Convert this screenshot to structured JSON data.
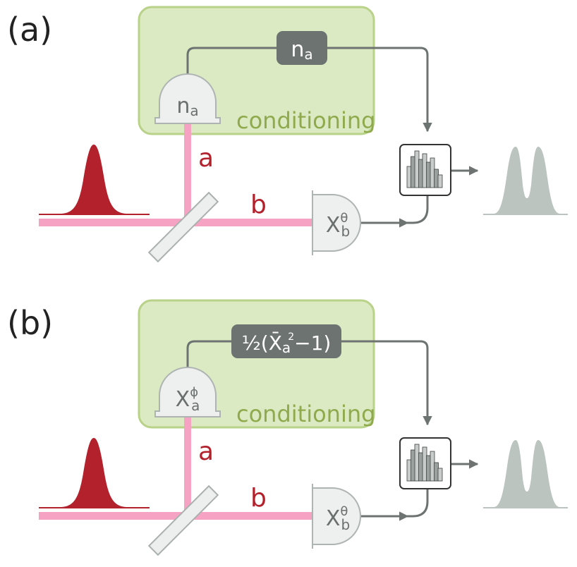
{
  "colors": {
    "conditioning_fill": "#dbeac3",
    "conditioning_stroke": "#b9d289",
    "conditioning_text": "#8faa4c",
    "beam": "#f6a3c3",
    "pulse_in": "#b3222c",
    "pulse_out": "#bcc4c0",
    "wire": "#6c7371",
    "box_dark": "#6c7371",
    "detector_fill": "#eef0ef",
    "detector_stroke": "#aeb4b2",
    "label_red": "#b3222c",
    "splitter_fill": "#edefee",
    "splitter_stroke": "#aab0ae"
  },
  "panels": [
    {
      "label": "(a)",
      "conditioning_label": "conditioning",
      "arm_a_label": "a",
      "arm_b_label": "b",
      "detector_a": {
        "main": "n",
        "sub": "a",
        "sup": ""
      },
      "result_box": {
        "kind": "na",
        "main": "n",
        "sub": "a"
      },
      "detector_b": {
        "main": "X",
        "sub": "b",
        "sup": "θ"
      },
      "histogram_icon": "histogram-icon"
    },
    {
      "label": "(b)",
      "conditioning_label": "conditioning",
      "arm_a_label": "a",
      "arm_b_label": "b",
      "detector_a": {
        "main": "X",
        "sub": "a",
        "sup": "ϕ"
      },
      "result_box": {
        "kind": "formula",
        "prefix": "½(",
        "main": "X̄",
        "sub": "a",
        "sup": "2",
        "suffix": "−1)"
      },
      "detector_b": {
        "main": "X",
        "sub": "b",
        "sup": "θ"
      },
      "histogram_icon": "histogram-icon"
    }
  ]
}
